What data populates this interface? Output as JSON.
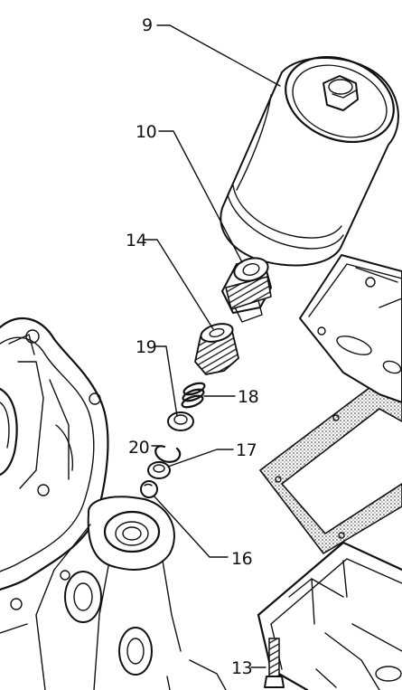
{
  "callouts": [
    {
      "id": "c9",
      "label": "9"
    },
    {
      "id": "c10",
      "label": "10"
    },
    {
      "id": "c14",
      "label": "14"
    },
    {
      "id": "c19",
      "label": "19"
    },
    {
      "id": "c18",
      "label": "18"
    },
    {
      "id": "c20",
      "label": "20"
    },
    {
      "id": "c17",
      "label": "17"
    },
    {
      "id": "c16",
      "label": "16"
    },
    {
      "id": "c13",
      "label": "13"
    }
  ]
}
